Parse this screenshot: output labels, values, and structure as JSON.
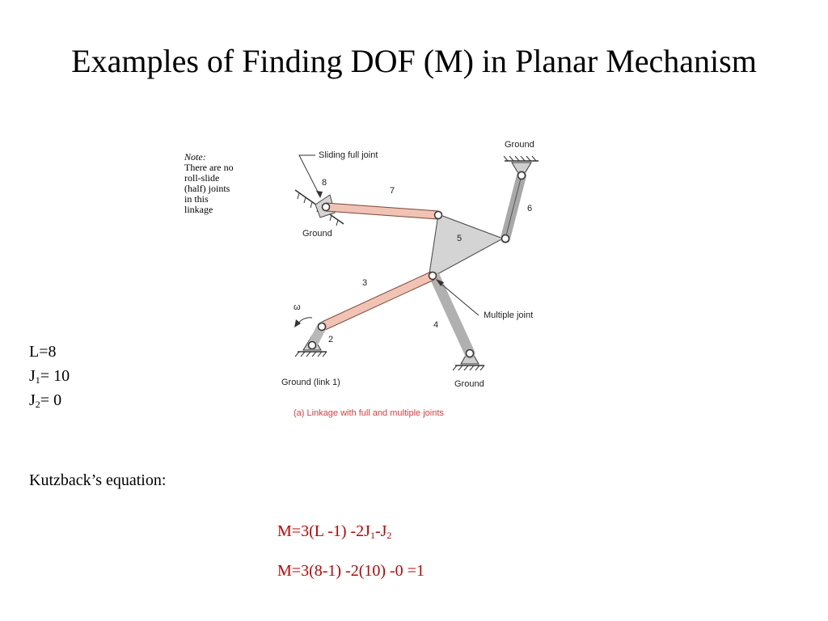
{
  "title": "Examples of Finding DOF (M) in Planar Mechanism",
  "figure": {
    "note_heading": "Note:",
    "note_lines": [
      "There are no",
      "roll-slide",
      "(half) joints",
      "in this",
      "linkage"
    ],
    "labels": {
      "sliding_joint": "Sliding full joint",
      "ground_top": "Ground",
      "ground_left": "Ground",
      "ground_link1": "Ground  (link 1)",
      "ground_bottom": "Ground",
      "multiple_joint": "Multiple joint",
      "omega": "ω",
      "link2": "2",
      "link3": "3",
      "link4": "4",
      "link5": "5",
      "link6": "6",
      "link7": "7",
      "link8": "8"
    },
    "caption": "(a)  Linkage with full and multiple joints",
    "colors": {
      "link_fill": "#f1c3b4",
      "body_fill": "#d4d4d4",
      "caption": "#e23b3b"
    }
  },
  "stats": {
    "L_label": "L",
    "L_value": "8",
    "J1_label": "J",
    "J1_sub": "1",
    "J1_value": "10",
    "J2_label": "J",
    "J2_sub": "2",
    "J2_value": "0"
  },
  "kutzback_label": "Kutzback’s equation:",
  "equations": {
    "eq1": {
      "a": "M=3(L -1) -2J",
      "sub1": "1",
      "b": "-J",
      "sub2": "2"
    },
    "eq2": "M=3(8-1) -2(10) -0 =1",
    "color": "#c00000"
  }
}
